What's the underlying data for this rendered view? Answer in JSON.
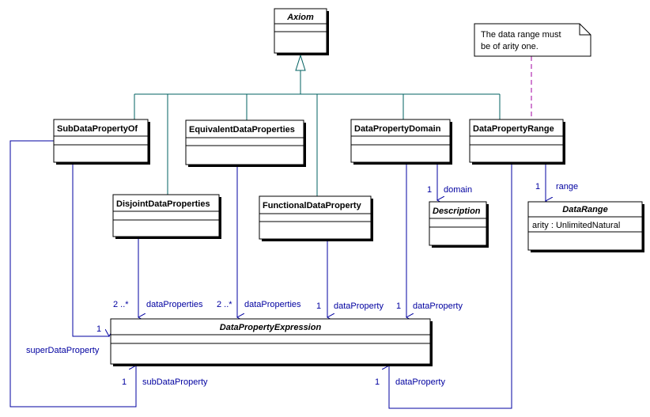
{
  "classes": {
    "axiom": "Axiom",
    "sub_data_property_of": "SubDataPropertyOf",
    "equivalent_data_properties": "EquivalentDataProperties",
    "data_property_domain": "DataPropertyDomain",
    "data_property_range": "DataPropertyRange",
    "disjoint_data_properties": "DisjointDataProperties",
    "functional_data_property": "FunctionalDataProperty",
    "description": "Description",
    "data_range": "DataRange",
    "data_range_attribute": "arity : UnlimitedNatural",
    "data_property_expression": "DataPropertyExpression"
  },
  "note": {
    "line1": "The data range must",
    "line2": "be of arity one."
  },
  "associations": {
    "domain_mult": "1",
    "domain_role": "domain",
    "range_mult": "1",
    "range_role": "range",
    "disjoint_mult": "2 ..*",
    "disjoint_role": "dataProperties",
    "equivalent_mult": "2 ..*",
    "equivalent_role": "dataProperties",
    "functional_mult": "1",
    "functional_role": "dataProperty",
    "domain_prop_mult": "1",
    "domain_prop_role": "dataProperty",
    "super_mult": "1",
    "super_role": "superDataProperty",
    "sub_mult": "1",
    "sub_role": "subDataProperty",
    "range_prop_mult": "1",
    "range_prop_role": "dataProperty"
  },
  "colors": {
    "generalization": "#006060",
    "association": "#0000a0",
    "note_link": "#a000a0",
    "class_fill": "#ffffff",
    "shadow": "#000000"
  }
}
